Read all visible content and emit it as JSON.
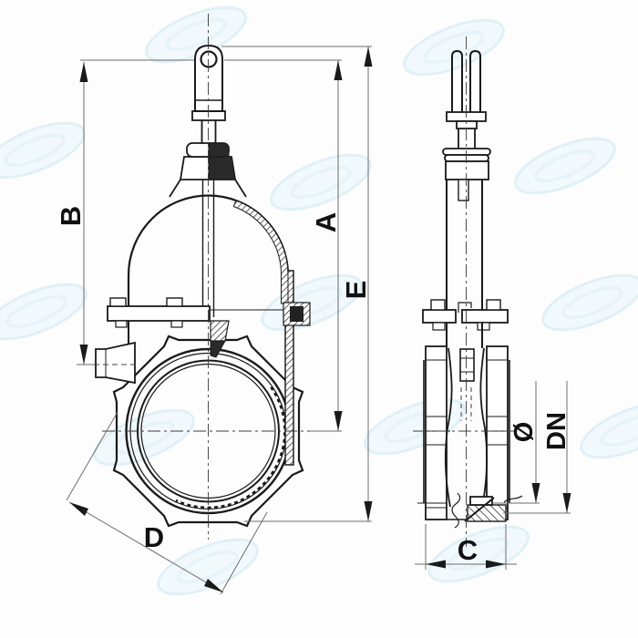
{
  "labels": {
    "A": "A",
    "B": "B",
    "C": "C",
    "D": "D",
    "E": "E",
    "diameter": "Ø",
    "nominal_diameter": "DN"
  },
  "views": {
    "front_view_dimensions": [
      "B",
      "A",
      "E",
      "D"
    ],
    "side_view_dimensions": [
      "Ø",
      "DN",
      "C"
    ]
  },
  "colors": {
    "line": "#1a1a1a",
    "dimension_line": "#6d6d6d",
    "label_text": "#111111",
    "watermark": "#daeef7",
    "background": "#fdfdfd"
  }
}
